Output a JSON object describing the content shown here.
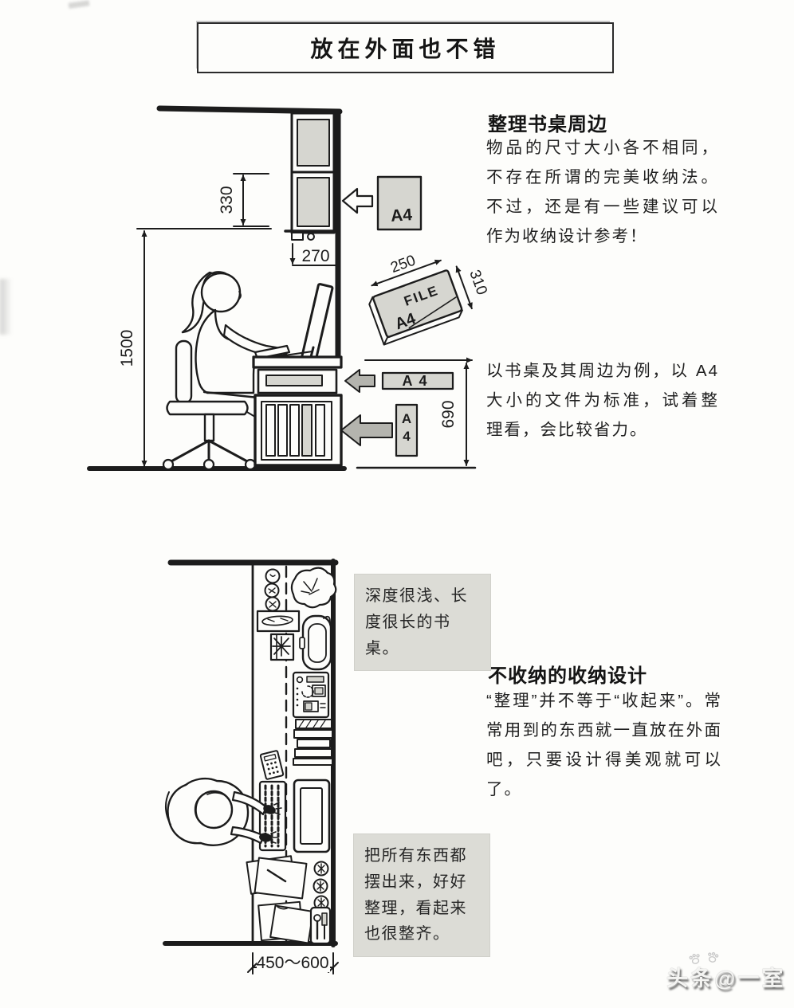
{
  "title_box": {
    "label": "放在外面也不错"
  },
  "right_column": {
    "section1": {
      "heading": "整理书桌周边",
      "paragraph": "物品的尺寸大小各不相同，不存在所谓的完美收纳法。不过，还是有一些建议可以作为收纳设计参考！",
      "paragraph2": "以书桌及其周边为例，以 A4 大小的文件为标准，试着整理看，会比较省力。"
    },
    "section2": {
      "heading": "不收纳的收纳设计",
      "paragraph": "“整理”并不等于“收起来”。常常用到的东西就一直放在外面吧，只要设计得美观就可以了。"
    }
  },
  "callouts": {
    "shallow_desk": "深度很浅、长度很长的书桌。",
    "lay_everything_out": "把所有东西都摆出来，好好整理，看起来也很整齐。"
  },
  "side_diagram": {
    "dim_shelf_pitch": "330",
    "dim_shelf_depth": "270",
    "dim_total_height": "1500",
    "dim_desk_height": "690",
    "a4_sheet_label": "A4",
    "a4_flat_label": "A4",
    "a4_upright_top": "A",
    "a4_upright_bottom": "4",
    "file_binder": {
      "line1": "FILE",
      "line2": "A4",
      "dim_width": "250",
      "dim_depth": "310"
    }
  },
  "plan_diagram": {
    "dim_desk_depth": "450～600"
  },
  "watermark": {
    "text": "头条@一室"
  },
  "colors": {
    "ink": "#1c1c1c",
    "paper": "#fdfdfb",
    "panel_gray": "#d6d6d0",
    "callout_bg": "#dcdcd6",
    "arrow_gray": "#b4b4ae"
  }
}
